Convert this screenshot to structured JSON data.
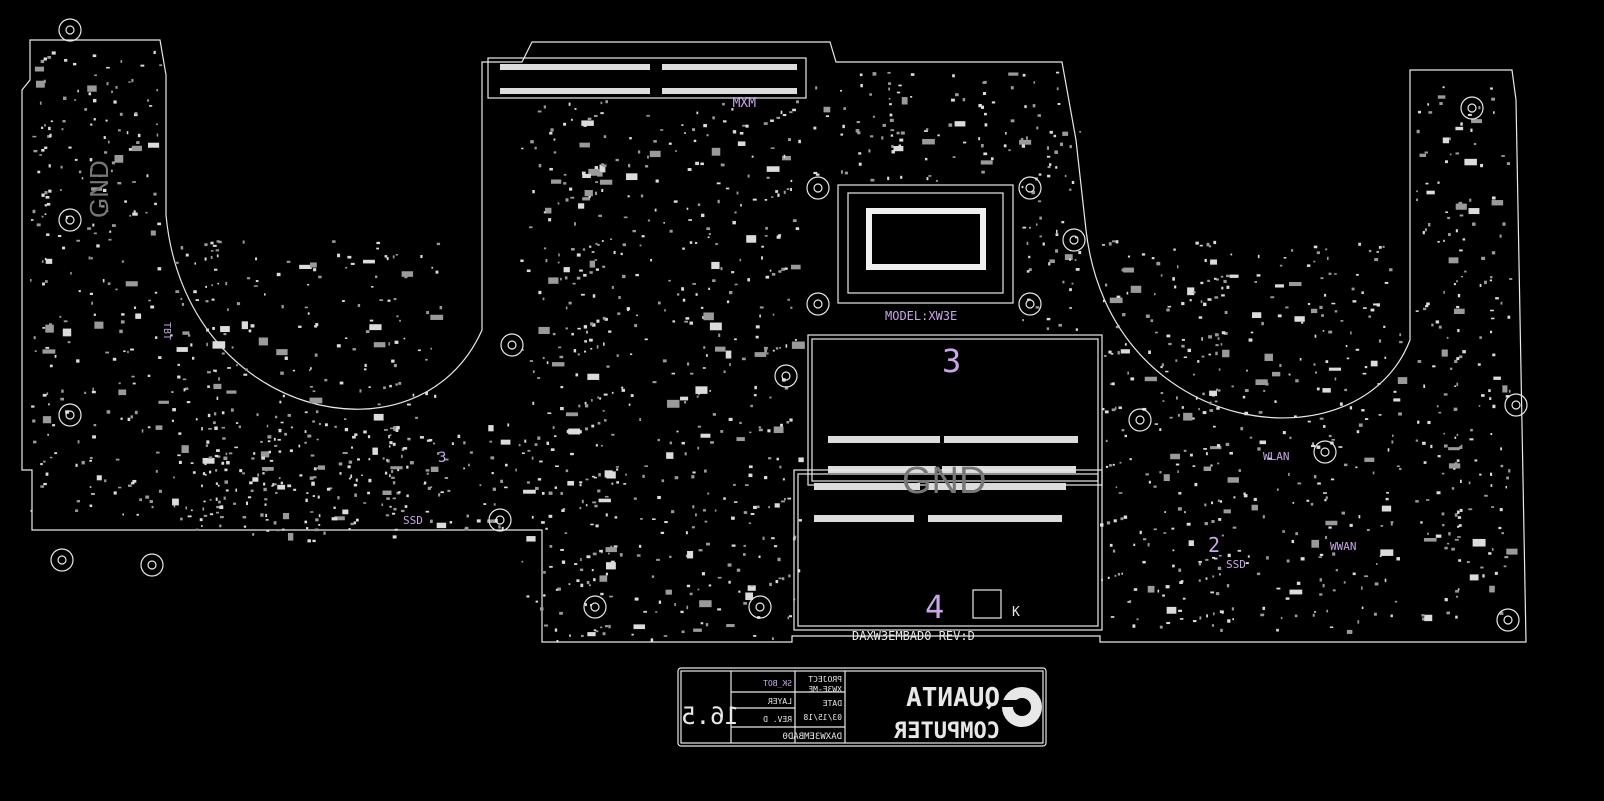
{
  "board": {
    "connector_label": "MXM",
    "gnd_label_left": "GND",
    "gnd_label_center": "GND",
    "model_label": "MODEL:XW3E",
    "slot_top_number": "3",
    "slot_bottom_number": "4",
    "key_marker": "K",
    "board_id": "DAXW3EMBAD0 REV:D",
    "wlan_label": "WLAN",
    "wwan_label": "WWAN",
    "ssd_label_left": "SSD",
    "ssd_label_right": "SSD",
    "ssd_left_number": "3",
    "ssd_right_number": "2",
    "tbt_label": "TBT"
  },
  "title_block": {
    "size": "16.5",
    "layer_value": "SK_BOT",
    "layer_label": "LAYER",
    "rev": "REV. D",
    "project_label": "PROJECT",
    "project_value": "XW3E-ME",
    "date_label": "DATE",
    "date_value": "03/15/18",
    "part_number": "DAXW3EMBAD0",
    "company_line1": "QUANTA",
    "company_line2": "COMPUTER"
  },
  "colors": {
    "background": "#000000",
    "outline": "#e8e8e8",
    "silkscreen": "#c9a6e8"
  }
}
